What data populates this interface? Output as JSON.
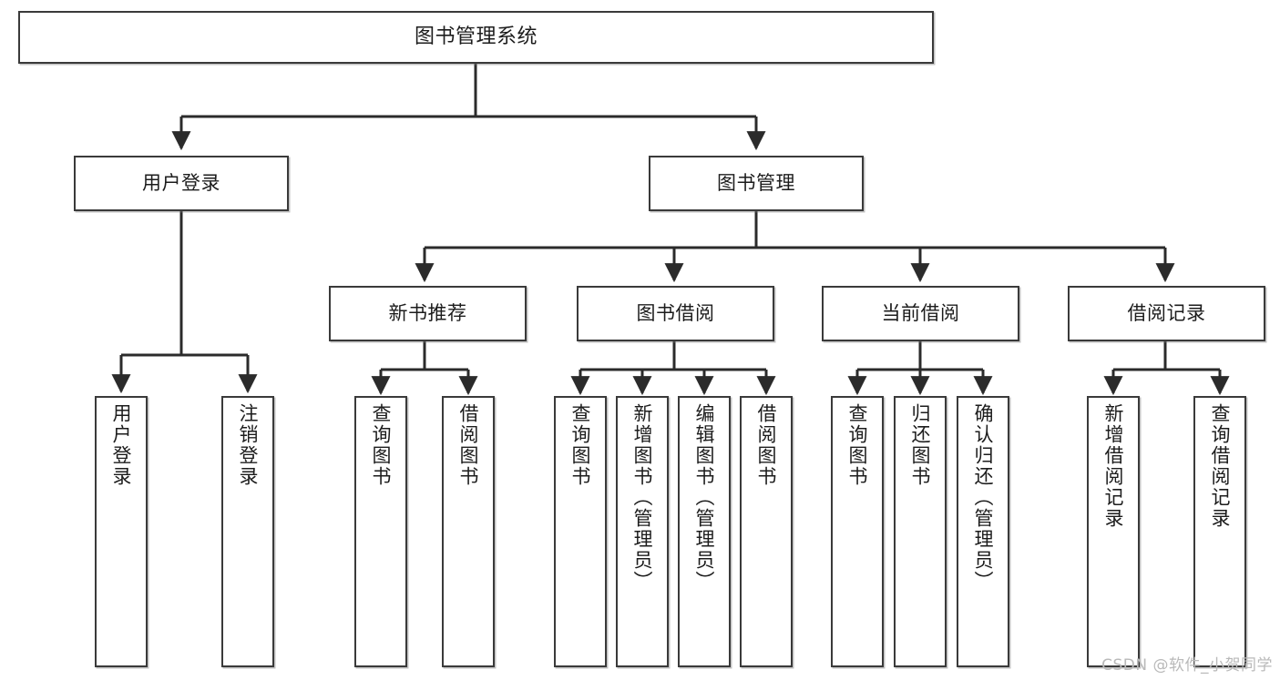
{
  "diagram": {
    "title": "图书管理系统",
    "type": "tree",
    "watermark": "CSDN @软件_小贺同学",
    "colors": {
      "box_border": "#3a3a3a",
      "box_fill": "#ffffff",
      "edge": "#2b2b2b",
      "text": "#1c1c1c",
      "watermark": "#b9b9b9"
    },
    "root": {
      "label": "图书管理系统"
    },
    "level2": [
      {
        "label": "用户登录"
      },
      {
        "label": "图书管理"
      }
    ],
    "level3": [
      {
        "label": "新书推荐"
      },
      {
        "label": "图书借阅"
      },
      {
        "label": "当前借阅"
      },
      {
        "label": "借阅记录"
      }
    ],
    "leaves": {
      "user_login": [
        {
          "label": "用户登录"
        },
        {
          "label": "注销登录"
        }
      ],
      "new_book_recommend": [
        {
          "label": "查询图书"
        },
        {
          "label": "借阅图书"
        }
      ],
      "book_borrow": [
        {
          "label": "查询图书"
        },
        {
          "label": "新增图书（管理员）"
        },
        {
          "label": "编辑图书（管理员）"
        },
        {
          "label": "借阅图书"
        }
      ],
      "current_borrow": [
        {
          "label": "查询图书"
        },
        {
          "label": "归还图书"
        },
        {
          "label": "确认归还（管理员）"
        }
      ],
      "borrow_record": [
        {
          "label": "新增借阅记录"
        },
        {
          "label": "查询借阅记录"
        }
      ]
    }
  }
}
